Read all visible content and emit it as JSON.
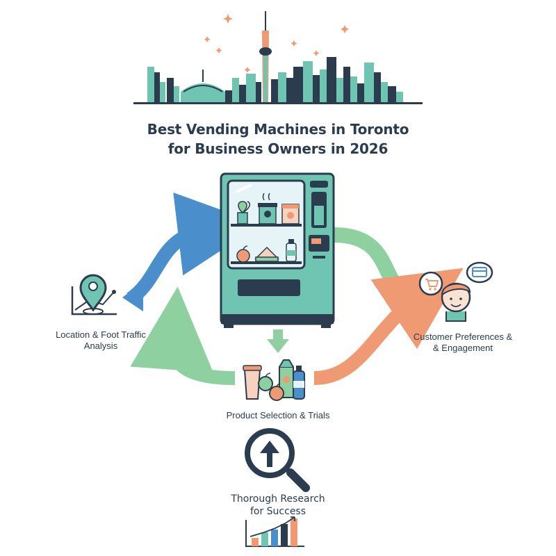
{
  "title": {
    "line1": "Best Vending Machines in Toronto",
    "line2": "for Business Owners in 2026"
  },
  "nodes": {
    "location": {
      "line1": "Location & Foot Traffic",
      "line2": "Analysis"
    },
    "customer": {
      "line1": "Customer Preferences &",
      "line2": "& Engagement"
    },
    "product": {
      "label": "Product Selection & Trials"
    },
    "research": {
      "line1": "Thorough Research",
      "line2": "for Success"
    }
  },
  "icons": {
    "skyline": "toronto-skyline-icon",
    "machine": "vending-machine-icon",
    "location": "location-pin-chart-icon",
    "customer": "customer-face-icon",
    "products": "product-group-icon",
    "research": "magnifier-up-arrow-icon",
    "growth": "growth-bar-chart-icon"
  },
  "colors": {
    "navy": "#2b3c4f",
    "teal": "#6fc4b2",
    "blue": "#4a8fcb",
    "green": "#8fd0a0",
    "orange": "#ef9a72"
  }
}
